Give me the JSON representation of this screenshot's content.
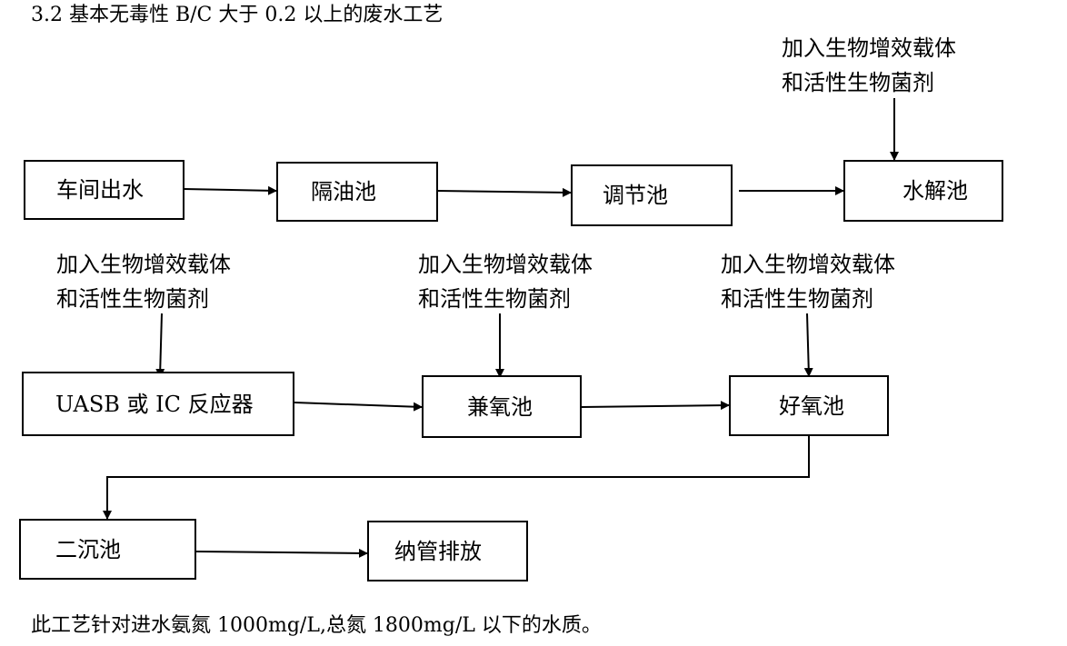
{
  "heading": "3.2 基本无毒性 B/C 大于 0.2 以上的废水工艺",
  "footnote": "此工艺针对进水氨氮 1000mg/L,总氮 1800mg/L 以下的水质。",
  "stages": {
    "workshop_outflow": "车间出水",
    "oil_separator": "隔油池",
    "equalization_tank": "调节池",
    "hydrolysis_tank": "水解池",
    "uasb_ic_reactor": "UASB 或 IC 反应器",
    "anoxic_tank": "兼氧池",
    "aerobic_tank": "好氧池",
    "secondary_clarifier": "二沉池",
    "discharge": "纳管排放"
  },
  "additive_notes": {
    "hydrolysis": {
      "line1": "加入生物增效载体",
      "line2": "和活性生物菌剂"
    },
    "uasb": {
      "line1": "加入生物增效载体",
      "line2": "和活性生物菌剂"
    },
    "anoxic": {
      "line1": "加入生物增效载体",
      "line2": "和活性生物菌剂"
    },
    "aerobic": {
      "line1": "加入生物增效载体",
      "line2": "和活性生物菌剂"
    }
  }
}
